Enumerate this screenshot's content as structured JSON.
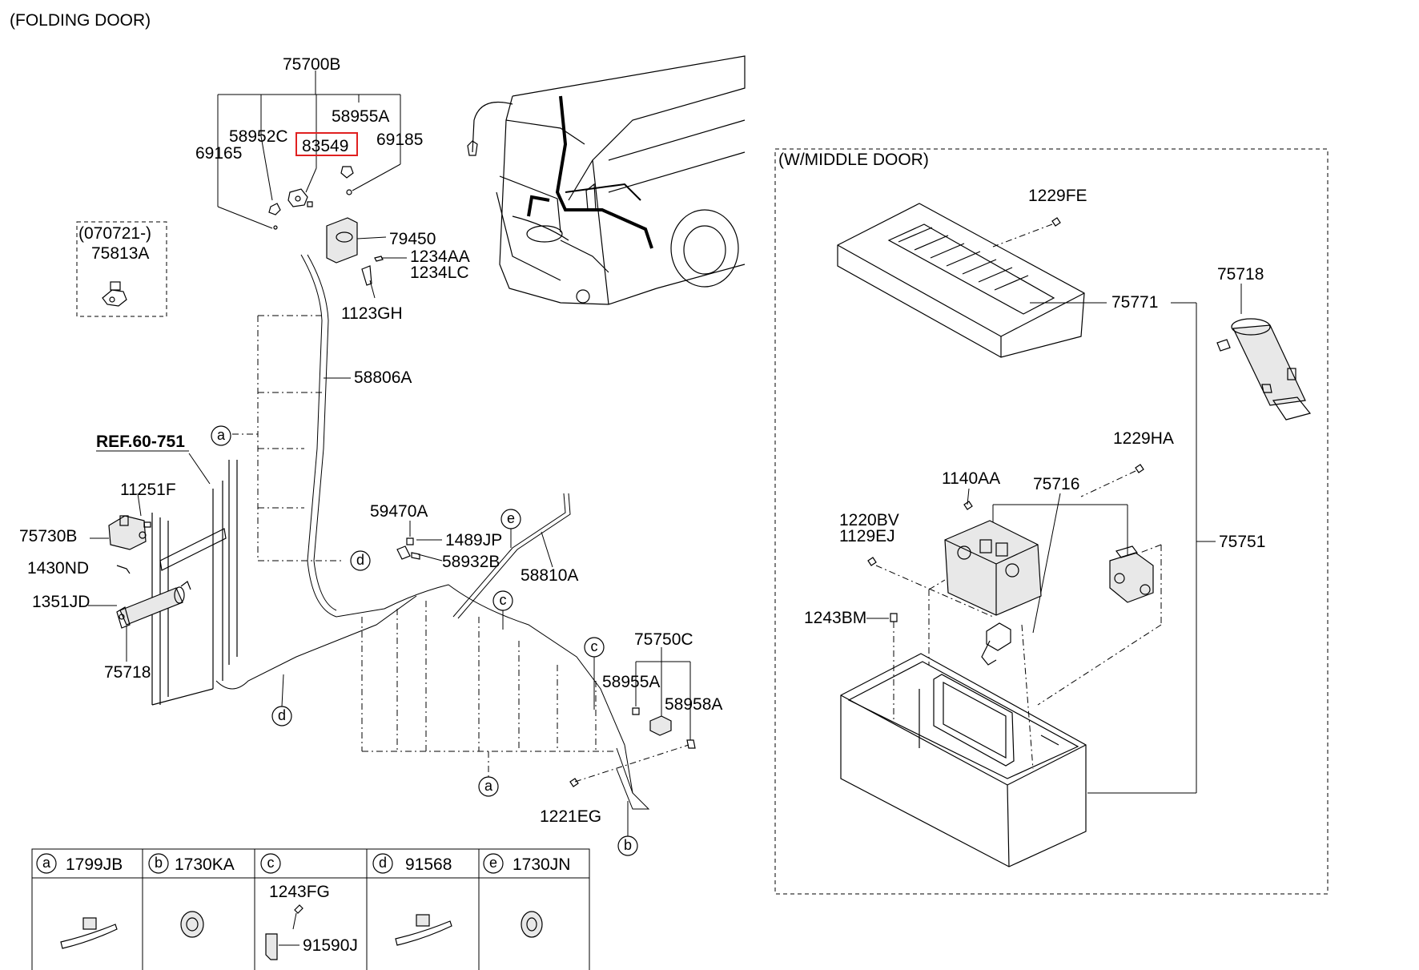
{
  "sections": {
    "folding_door": "(FOLDING DOOR)",
    "middle_door": "(W/MIDDLE DOOR)",
    "ref": "REF.60-751",
    "date_range": "(070721-)"
  },
  "callouts": {
    "p75700B": "75700B",
    "p58955A_top": "58955A",
    "p58952C": "58952C",
    "p83549": "83549",
    "p69185": "69185",
    "p69165": "69165",
    "p79450": "79450",
    "p1234AA": "1234AA",
    "p1234LC": "1234LC",
    "p1123GH": "1123GH",
    "p75813A": "75813A",
    "p58806A": "58806A",
    "p11251F": "11251F",
    "p75730B": "75730B",
    "p1430ND": "1430ND",
    "p1351JD": "1351JD",
    "p75718_left": "75718",
    "p59470A": "59470A",
    "p1489JP": "1489JP",
    "p58932B": "58932B",
    "p58810A": "58810A",
    "p75750C": "75750C",
    "p58955A_mid": "58955A",
    "p58958A": "58958A",
    "p1221EG": "1221EG",
    "p1229FE": "1229FE",
    "p75718_right": "75718",
    "p75771": "75771",
    "p1229HA": "1229HA",
    "p1140AA": "1140AA",
    "p75716": "75716",
    "p1220BV": "1220BV",
    "p1129EJ": "1129EJ",
    "p75751": "75751",
    "p1243BM": "1243BM"
  },
  "markers": {
    "a": "a",
    "b": "b",
    "c": "c",
    "d": "d",
    "e": "e"
  },
  "legend": [
    {
      "letter": "a",
      "part": "1799JB"
    },
    {
      "letter": "b",
      "part": "1730KA"
    },
    {
      "letter": "c",
      "part": ""
    },
    {
      "letter": "d",
      "part": "91568"
    },
    {
      "letter": "e",
      "part": "1730JN"
    }
  ],
  "legend_c_parts": {
    "top": "1243FG",
    "bottom": "91590J"
  },
  "colors": {
    "highlight": "#e02020",
    "line": "#000000",
    "fill": "#e8e8e8"
  }
}
